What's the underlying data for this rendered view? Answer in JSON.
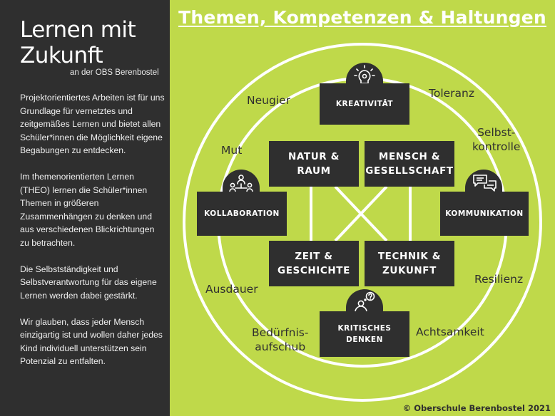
{
  "sidebar": {
    "title": "Lernen mit Zukunft",
    "subtitle": "an der OBS Berenbostel",
    "paragraphs": [
      "Projektorientiertes Arbeiten ist für uns Grundlage für vernetztes und zeitgemäßes Lernen und bietet allen Schüler*innen die Möglichkeit eigene Begabungen zu entdecken.",
      "Im themenorientierten Lernen (THEO) lernen die Schüler*innen Themen in größeren Zusammenhängen zu denken und aus verschiedenen Blickrichtungen zu betrachten.",
      "Die Selbstständigkeit und Selbstverantwortung für das eigene Lernen werden dabei gestärkt.",
      "Wir glauben, dass jeder Mensch einzigartig ist und wollen daher jedes Kind individuell unterstützen sein Potenzial zu entfalten."
    ]
  },
  "main": {
    "title": "Themen, Kompetenzen & Haltungen",
    "topics": [
      {
        "line1": "NATUR &",
        "line2": "RAUM"
      },
      {
        "line1": "MENSCH &",
        "line2": "GESELLSCHAFT"
      },
      {
        "line1": "ZEIT &",
        "line2": "GESCHICHTE"
      },
      {
        "line1": "TECHNIK &",
        "line2": "ZUKUNFT"
      }
    ],
    "competencies": {
      "kreativitaet": "KREATIVITÄT",
      "kollaboration": "KOLLABORATION",
      "kommunikation": "KOMMUNIKATION",
      "kritisches_line1": "KRITISCHES",
      "kritisches_line2": "DENKEN"
    },
    "attitudes": {
      "neugier": "Neugier",
      "toleranz": "Toleranz",
      "mut": "Mut",
      "selbst_line1": "Selbst-",
      "selbst_line2": "kontrolle",
      "ausdauer": "Ausdauer",
      "resilienz": "Resilienz",
      "beduerfnis_line1": "Bedürfnis-",
      "beduerfnis_line2": "aufschub",
      "achtsamkeit": "Achtsamkeit"
    },
    "copyright": "© Oberschule Berenbostel 2021"
  },
  "colors": {
    "background": "#bfd94a",
    "dark": "#2f2f2f",
    "light": "#ffffff"
  },
  "icons": [
    "lightbulb-icon",
    "team-network-icon",
    "chat-bubbles-icon",
    "thinking-person-icon"
  ]
}
